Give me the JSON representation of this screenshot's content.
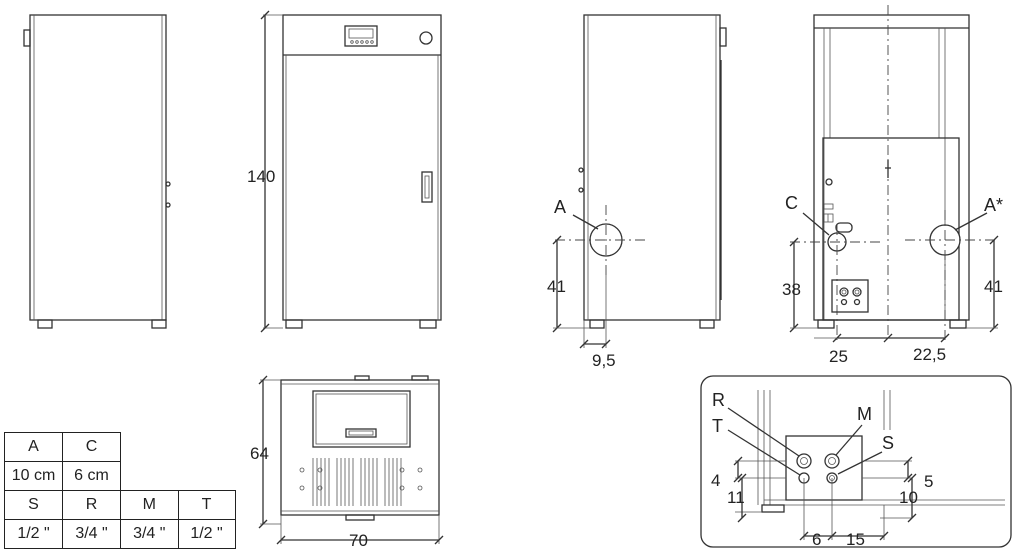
{
  "dimensions": {
    "height": "140",
    "width": "70",
    "depth": "64",
    "a_height": "41",
    "a_offset": "9,5",
    "c_height": "38",
    "a_star_height": "41",
    "c_offset": "25",
    "a_star_offset": "22,5",
    "t_height": "4",
    "r_height": "11",
    "m_height": "10",
    "s_height": "5",
    "t_offset": "6",
    "rm_spacing": "15"
  },
  "labels": {
    "a": "A",
    "c": "C",
    "a_star": "A*",
    "r": "R",
    "t": "T",
    "m": "M",
    "s": "S"
  },
  "spec_table": {
    "row1": [
      "A",
      "C"
    ],
    "row2": [
      "10 cm",
      "6 cm"
    ],
    "row3": [
      "S",
      "R",
      "M",
      "T"
    ],
    "row4": [
      "1/2 \"",
      "3/4 \"",
      "3/4 \"",
      "1/2 \""
    ]
  }
}
